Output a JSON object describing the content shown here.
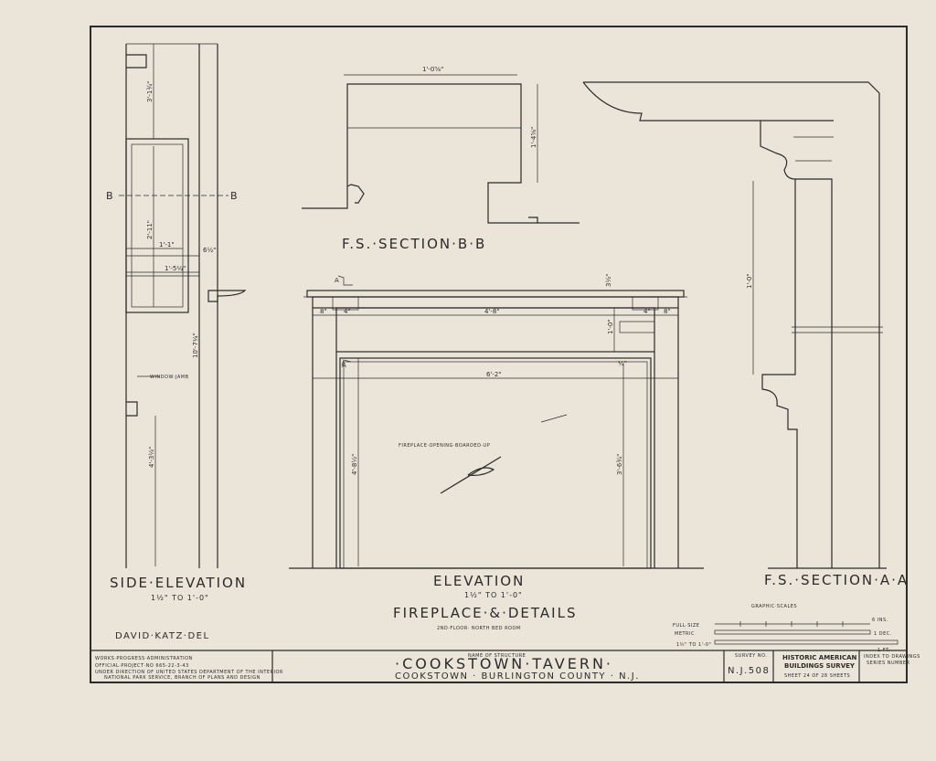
{
  "views": {
    "side_elevation": {
      "title": "SIDE·ELEVATION",
      "scale": "1½\" TO 1'-0\""
    },
    "elevation": {
      "title": "ELEVATION",
      "scale": "1½\" TO 1'-0\""
    },
    "section_bb": {
      "title": "F.S.·SECTION·B·B"
    },
    "section_aa": {
      "title": "F.S.·SECTION·A·A"
    }
  },
  "drawing_title": "FIREPLACE·&·DETAILS",
  "drawing_subtitle": "2ND·FLOOR· NORTH BED ROOM",
  "annotations": {
    "opening_note": "FIREPLACE·OPENING·BOARDED·UP",
    "window_jamb": "WINDOW·JAMB",
    "section_mark_b": "B",
    "section_mark_a": "A"
  },
  "dimensions": {
    "side_top": "3'-1¾\"",
    "side_panel_height": "2'-11\"",
    "side_width_1": "1'-1\"",
    "side_width_2": "1'-5¼\"",
    "side_offset": "6½\"",
    "side_total": "10'-7¼\"",
    "side_lower": "4'-3½\"",
    "bb_width": "1'-0⅝\"",
    "bb_height": "1'-4⅝\"",
    "elev_left_margin": "8\"",
    "elev_pilaster": "4\"",
    "elev_frieze": "4'-8\"",
    "elev_right_pilaster": "4\"",
    "elev_right_margin": "8\"",
    "elev_shelf_height": "1'-0\"",
    "elev_shelf_top": "3½\"",
    "elev_opening_width": "6'-2\"",
    "elev_left_height": "4'-8½\"",
    "elev_opening_height": "3'-6¾\"",
    "elev_small": "¼\"",
    "aa_height": "1'-0\""
  },
  "graphic_scales": {
    "title": "GRAPHIC·SCALES",
    "rows": [
      {
        "label": "FULL·SIZE",
        "end_label": "6 INS."
      },
      {
        "label": "METRIC",
        "end_label": "1 DEC."
      },
      {
        "label": "1½\" TO 1'-0\"",
        "end_label": "1 FT."
      }
    ]
  },
  "title_block": {
    "delineator": "DAVID·KATZ·DEL",
    "wpa": [
      "WORKS·PROGRESS·ADMINISTRATION",
      "OFFICIAL·PROJECT·NO 665-22-3-43",
      "UNDER DIRECTION OF UNITED STATES DEPARTMENT OF THE INTERIOR",
      "NATIONAL PARK SERVICE, BRANCH OF PLANS AND DESIGN"
    ],
    "structure_caption": "NAME OF STRUCTURE",
    "structure_name": "·COOKSTOWN·TAVERN·",
    "location": "COOKSTOWN · BURLINGTON COUNTY · N.J.",
    "survey_no_label": "SURVEY NO.",
    "survey_no": "N.J.508",
    "hab_line1": "HISTORIC AMERICAN",
    "hab_line2": "BUILDINGS SURVEY",
    "sheet_info": "SHEET 24 OF 28 SHEETS",
    "index_label_1": "INDEX TO DRAWINGS",
    "index_label_2": "SERIES NUMBER"
  }
}
